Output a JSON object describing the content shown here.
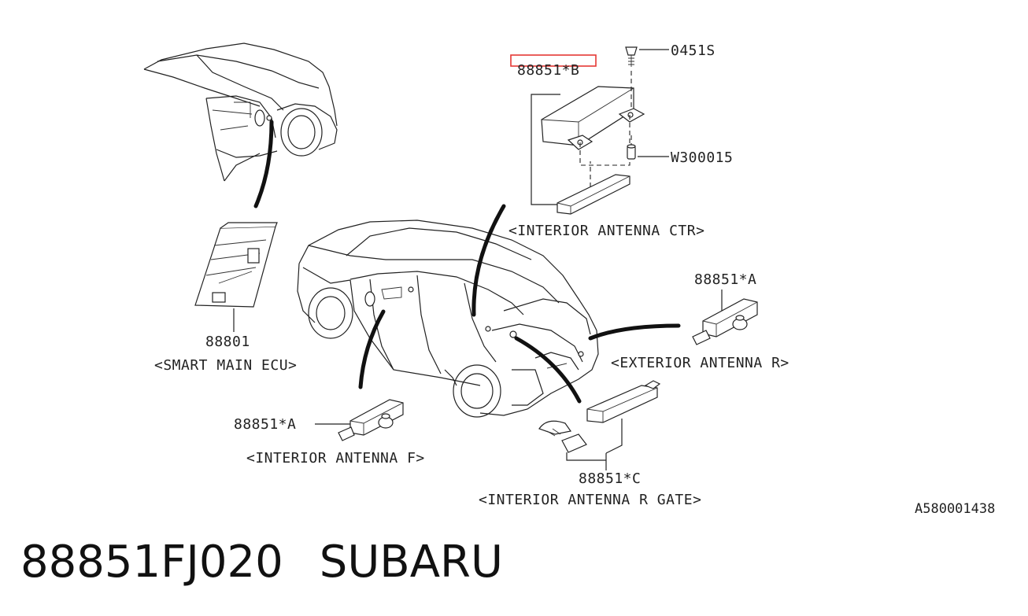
{
  "labels": {
    "ctr_part": "88851*B",
    "bolt": "0451S",
    "clip": "W300015",
    "ctr_name": "<INTERIOR ANTENNA CTR>",
    "ecu_part": "88801",
    "ecu_name": "<SMART MAIN ECU>",
    "ext_part": "88851*A",
    "ext_name": "<EXTERIOR ANTENNA R>",
    "f_part": "88851*A",
    "f_name": "<INTERIOR ANTENNA F>",
    "gate_part": "88851*C",
    "gate_name": "<INTERIOR ANTENNA R GATE>",
    "diagram_code": "A580001438"
  },
  "footer": {
    "part_number": "88851FJ020",
    "brand": "SUBARU"
  },
  "highlight_color": "#e53935"
}
